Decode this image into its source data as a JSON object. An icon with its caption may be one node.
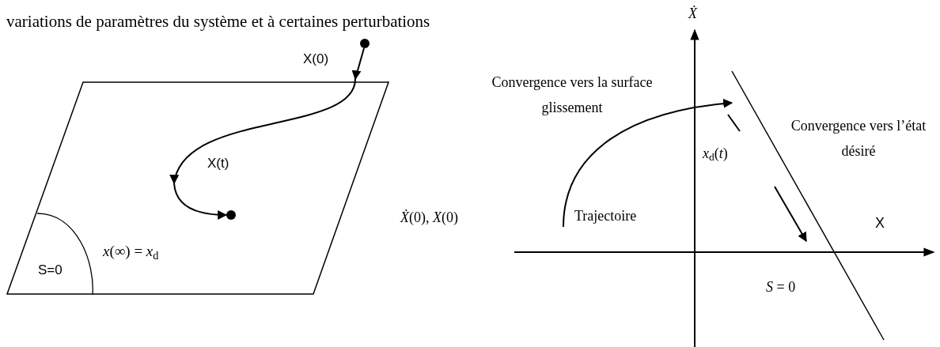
{
  "diagram": {
    "nodes": [
      {
        "text": [
          "S=0",
          "*x*(∞) = *x*$_{d}$"
        ]
      },
      {
        "text": [],
        "shape": "circle"
      },
      {
        "text": [],
        "shape": "circle",
        "in": 0
      },
      {
        "text": [],
        "shape": "line"
      }
    ],
    "edges": [
      {
        "from": 1,
        "to": 2,
        "arrow": "to"
      },
      {
        "from": null,
        "to": 3,
        "arrow": "to"
      }
    ],
    "labels": [
      "variations de paramètres du système et à certaines perturbations",
      "X(0)",
      "X(t)",
      "*Ẋ*(0), *X*(0)",
      "*Ẋ*",
      "Convergence vers la surface glissement",
      "Convergence vers l’état désiré",
      "*x*$_{d}$(*t*)",
      "Trajectoire",
      "X",
      "*S* = 0"
    ]
  }
}
